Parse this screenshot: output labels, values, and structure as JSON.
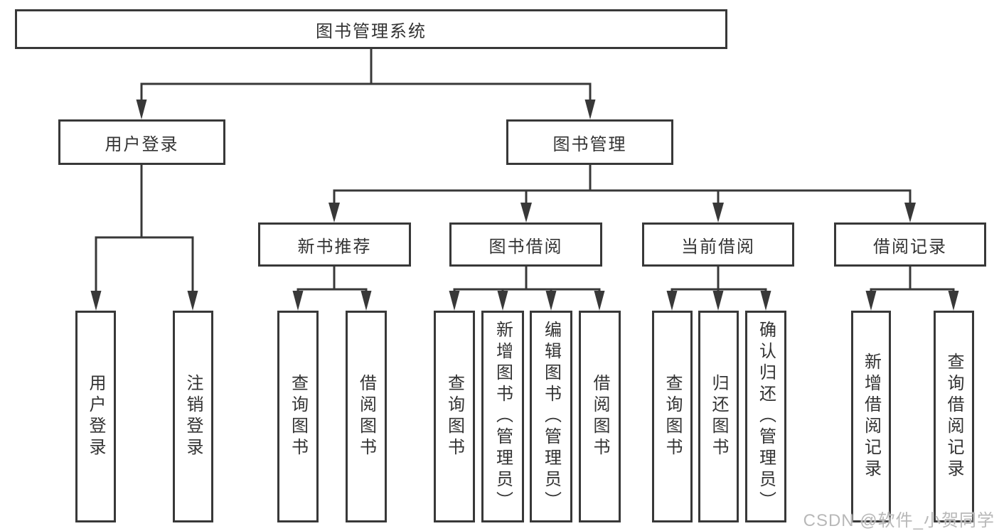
{
  "diagram_title": "图书管理系统",
  "nodes": {
    "root": "图书管理系统",
    "user_login": "用户登录",
    "book_mgmt": "图书管理",
    "new_books": "新书推荐",
    "book_borrow": "图书借阅",
    "current_borrow": "当前借阅",
    "borrow_records": "借阅记录",
    "ul_login": "用户登录",
    "ul_logout": "注销登录",
    "nb_query": "查询图书",
    "nb_borrow": "借阅图书",
    "bb_query": "查询图书",
    "bb_add": "新增图书（管理员）",
    "bb_edit": "编辑图书（管理员）",
    "bb_borrow": "借阅图书",
    "cb_query": "查询图书",
    "cb_return": "归还图书",
    "cb_confirm": "确认归还（管理员）",
    "br_add": "新增借阅记录",
    "br_query": "查询借阅记录"
  },
  "hierarchy": {
    "root": "图书管理系统",
    "branches": [
      {
        "label": "用户登录",
        "children": [
          "用户登录",
          "注销登录"
        ]
      },
      {
        "label": "图书管理",
        "children": [
          {
            "label": "新书推荐",
            "children": [
              "查询图书",
              "借阅图书"
            ]
          },
          {
            "label": "图书借阅",
            "children": [
              "查询图书",
              "新增图书（管理员）",
              "编辑图书（管理员）",
              "借阅图书"
            ]
          },
          {
            "label": "当前借阅",
            "children": [
              "查询图书",
              "归还图书",
              "确认归还（管理员）"
            ]
          },
          {
            "label": "借阅记录",
            "children": [
              "新增借阅记录",
              "查询借阅记录"
            ]
          }
        ]
      }
    ]
  },
  "watermark": "CSDN @软件_小贺同学",
  "colors": {
    "line": "#383838",
    "box_border": "#383838",
    "text": "#333333",
    "background": "#ffffff",
    "watermark": "#b8b8b8"
  }
}
